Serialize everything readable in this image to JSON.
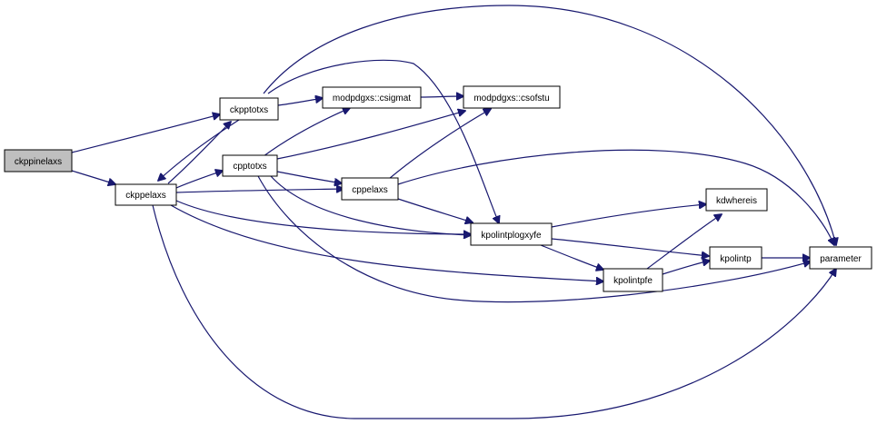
{
  "colors": {
    "edge": "#191970",
    "node_border": "#000000",
    "root_fill": "#bfbfbf",
    "node_fill": "#ffffff"
  },
  "nodes": {
    "ckppinelaxs": "ckppinelaxs",
    "ckppelaxs": "ckppelaxs",
    "ckpptotxs": "ckpptotxs",
    "cpptotxs": "cpptotxs",
    "csigmat": "modpdgxs::csigmat",
    "csofstu": "modpdgxs::csofstu",
    "cppelaxs": "cppelaxs",
    "kpolintplogxyfe": "kpolintplogxyfe",
    "kdwhereis": "kdwhereis",
    "kpolintpfe": "kpolintpfe",
    "kpolintp": "kpolintp",
    "parameter": "parameter"
  },
  "edges": [
    [
      "ckppinelaxs",
      "ckpptotxs"
    ],
    [
      "ckppinelaxs",
      "ckppelaxs"
    ],
    [
      "ckppelaxs",
      "ckpptotxs"
    ],
    [
      "ckppelaxs",
      "cpptotxs"
    ],
    [
      "ckppelaxs",
      "cppelaxs"
    ],
    [
      "ckppelaxs",
      "kpolintplogxyfe"
    ],
    [
      "ckppelaxs",
      "kpolintpfe"
    ],
    [
      "ckppelaxs",
      "parameter"
    ],
    [
      "ckpptotxs",
      "ckppelaxs"
    ],
    [
      "ckpptotxs",
      "csigmat"
    ],
    [
      "ckpptotxs",
      "kpolintplogxyfe"
    ],
    [
      "ckpptotxs",
      "parameter"
    ],
    [
      "cpptotxs",
      "csigmat"
    ],
    [
      "cpptotxs",
      "csofstu"
    ],
    [
      "cpptotxs",
      "cppelaxs"
    ],
    [
      "cpptotxs",
      "kpolintplogxyfe"
    ],
    [
      "cpptotxs",
      "parameter"
    ],
    [
      "csigmat",
      "csofstu"
    ],
    [
      "cppelaxs",
      "csofstu"
    ],
    [
      "cppelaxs",
      "kpolintplogxyfe"
    ],
    [
      "cppelaxs",
      "parameter"
    ],
    [
      "kpolintplogxyfe",
      "kdwhereis"
    ],
    [
      "kpolintplogxyfe",
      "kpolintpfe"
    ],
    [
      "kpolintplogxyfe",
      "kpolintp"
    ],
    [
      "kpolintpfe",
      "kdwhereis"
    ],
    [
      "kpolintpfe",
      "kpolintp"
    ],
    [
      "kpolintp",
      "parameter"
    ]
  ]
}
